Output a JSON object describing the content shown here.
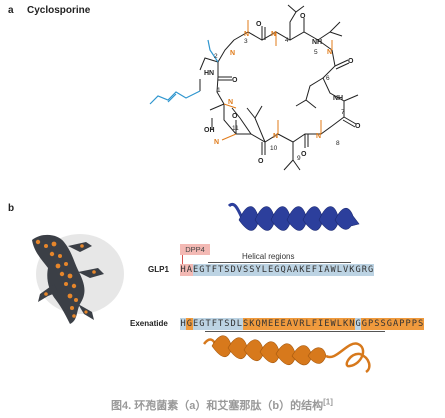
{
  "panel_a": {
    "letter": "a",
    "title": "Cyclosporine",
    "atom_labels": {
      "N": "N",
      "NH": "NH",
      "HN": "HN",
      "H": "H",
      "O": "O",
      "OH": "OH"
    },
    "residue_numbers": [
      "1",
      "2",
      "3",
      "4",
      "5",
      "6",
      "7",
      "8",
      "9",
      "10",
      "11"
    ]
  },
  "panel_b": {
    "letter": "b",
    "dpp4_label": "DPP4",
    "helical_label": "Helical regions",
    "glp1_label": "GLP1",
    "glp1_sequence": "HAEGTFTSDVSSYLEGQAAKEFIAWLVKGRG",
    "exenatide_label": "Exenatide",
    "exenatide_sequence": "HGEGTFTSDLSKQMEEEAVRLFIEWLKNGGPSSGAPPPS"
  },
  "caption": {
    "text": "图4. 环孢菌素（a）和艾塞那肽（b）的结构",
    "ref": "[1]"
  },
  "colors": {
    "text_dark": "#222222",
    "blue_atom": "#2f96cf",
    "orange_atom": "#e07b1a",
    "seq_blue_bg": "#bcd3e3",
    "seq_orange_bg": "#ef9a3d",
    "dpp4_bg": "#f3b9b4",
    "helix_blue": "#2c3f9c",
    "helix_orange": "#d7791c",
    "lizard_dark": "#3b3f46",
    "lizard_orange": "#e6862b",
    "caption_gray": "#999999"
  }
}
